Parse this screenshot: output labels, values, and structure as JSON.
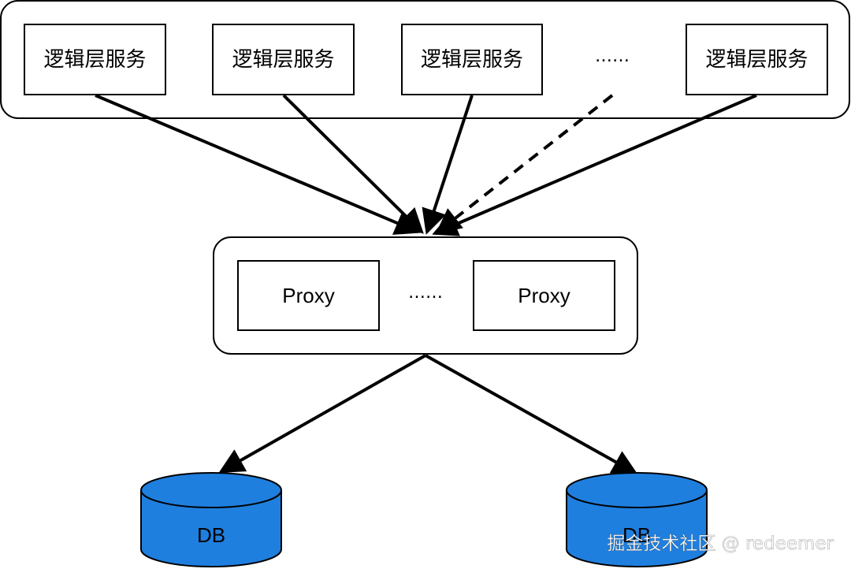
{
  "service_nodes": [
    {
      "label": "逻辑层服务"
    },
    {
      "label": "逻辑层服务"
    },
    {
      "label": "逻辑层服务"
    },
    {
      "label": "逻辑层服务"
    }
  ],
  "service_ellipsis": "……",
  "proxy_nodes": [
    {
      "label": "Proxy"
    },
    {
      "label": "Proxy"
    }
  ],
  "proxy_ellipsis": "……",
  "databases": [
    {
      "label": "DB"
    },
    {
      "label": "DB"
    }
  ],
  "colors": {
    "db_fill": "#1f7fdf",
    "stroke": "#000000"
  },
  "watermark": "掘金技术社区 @ redeemer"
}
